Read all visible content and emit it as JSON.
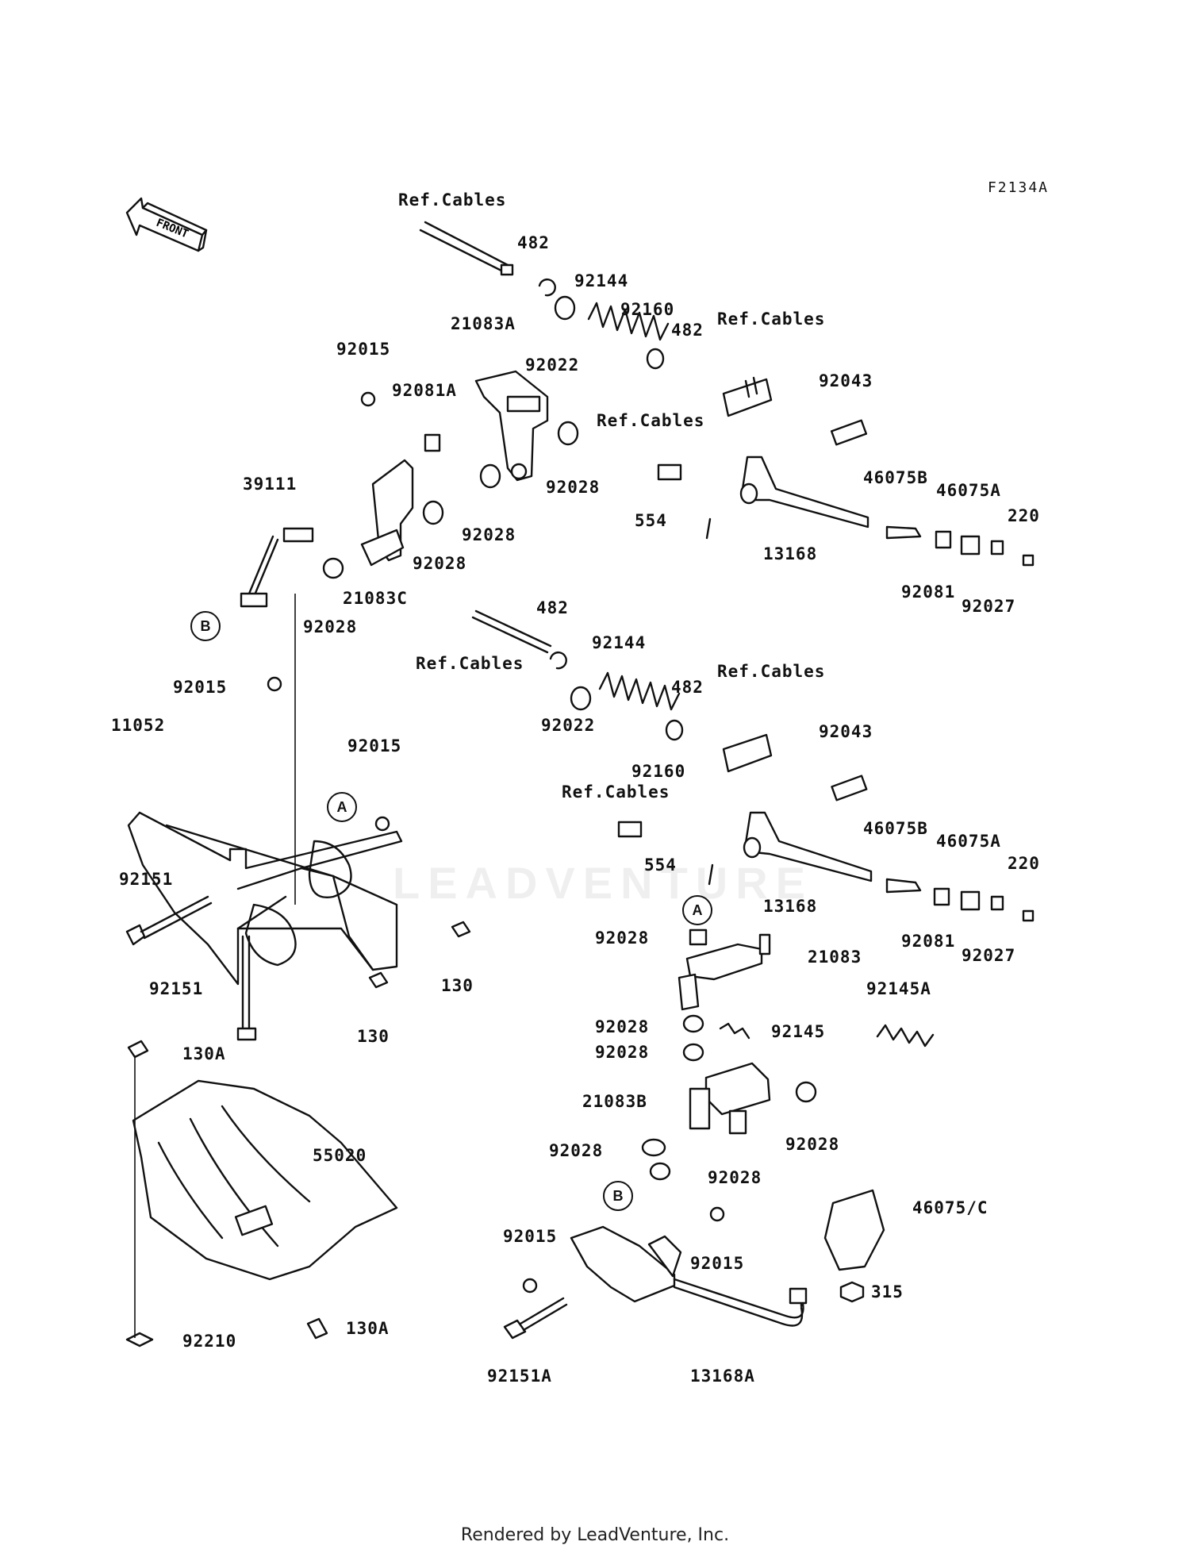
{
  "diagram_code": "F2134A",
  "front_arrow_label": "FRONT",
  "watermark": "LEADVENTURE",
  "footer_text": "Rendered by LeadVenture, Inc.",
  "callouts": {
    "a_upper": "A",
    "a_lower": "A",
    "b_left": "B",
    "b_lower": "B"
  },
  "labels": {
    "ref_cables_1": "Ref.Cables",
    "p482_1": "482",
    "p92144_1": "92144",
    "p92160_1": "92160",
    "p482_2": "482",
    "ref_cables_2": "Ref.Cables",
    "p21083A": "21083A",
    "p92022_1": "92022",
    "p92015_1": "92015",
    "p92081A": "92081A",
    "ref_cables_3": "Ref.Cables",
    "p92043_1": "92043",
    "p92028_1": "92028",
    "p39111": "39111",
    "p92028_2": "92028",
    "p46075B_1": "46075B",
    "p46075A_1": "46075A",
    "p554_1": "554",
    "p220_1": "220",
    "p13168_1": "13168",
    "p92028_3": "92028",
    "p21083C": "21083C",
    "p92081_1": "92081",
    "p92027_1": "92027",
    "p92028_4": "92028",
    "p482_3": "482",
    "p92144_2": "92144",
    "ref_cables_4": "Ref.Cables",
    "p482_4": "482",
    "ref_cables_5": "Ref.Cables",
    "p92015_2": "92015",
    "p92022_2": "92022",
    "p11052": "11052",
    "p92015_3": "92015",
    "p92043_2": "92043",
    "p92160_2": "92160",
    "ref_cables_6": "Ref.Cables",
    "p46075B_2": "46075B",
    "p46075A_2": "46075A",
    "p554_2": "554",
    "p220_2": "220",
    "p92151_1": "92151",
    "p13168_2": "13168",
    "p92081_2": "92081",
    "p92027_2": "92027",
    "p92028_5": "92028",
    "p21083": "21083",
    "p130_1": "130",
    "p92151_2": "92151",
    "p130_2": "130",
    "p92145A": "92145A",
    "p92028_6": "92028",
    "p92145": "92145",
    "p92028_7": "92028",
    "p130A_1": "130A",
    "p21083B": "21083B",
    "p55020": "55020",
    "p92028_8": "92028",
    "p92028_9": "92028",
    "p92028_10": "92028",
    "p46075C": "46075/C",
    "p92015_4": "92015",
    "p92015_5": "92015",
    "p315": "315",
    "p92210": "92210",
    "p130A_2": "130A",
    "p92151A": "92151A",
    "p13168A": "13168A"
  }
}
